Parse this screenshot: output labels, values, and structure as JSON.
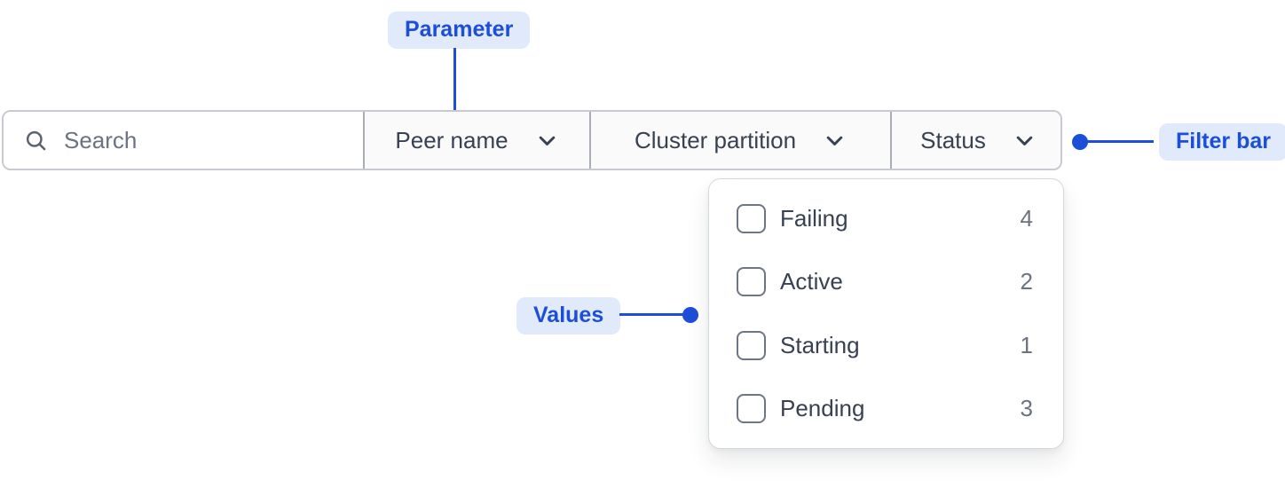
{
  "annotations": {
    "parameter_label": "Parameter",
    "filter_bar_label": "Filter bar",
    "values_label": "Values"
  },
  "filter_bar": {
    "search_placeholder": "Search",
    "parameters": [
      {
        "label": "Peer name"
      },
      {
        "label": "Cluster partition"
      },
      {
        "label": "Status"
      }
    ]
  },
  "dropdown": {
    "parent": "Status",
    "options": [
      {
        "label": "Failing",
        "count": "4",
        "checked": false
      },
      {
        "label": "Active",
        "count": "2",
        "checked": false
      },
      {
        "label": "Starting",
        "count": "1",
        "checked": false
      },
      {
        "label": "Pending",
        "count": "3",
        "checked": false
      }
    ]
  },
  "colors": {
    "annotation_blue": "#1D4ED8",
    "annotation_pill_bg": "#E0EAFB",
    "bar_border": "#C7CAD1",
    "divider": "#A9ADB5",
    "section_bg": "#FAFAFA",
    "text_dark": "#374151",
    "text_muted": "#6B7280",
    "panel_border": "#D4D7DD"
  }
}
